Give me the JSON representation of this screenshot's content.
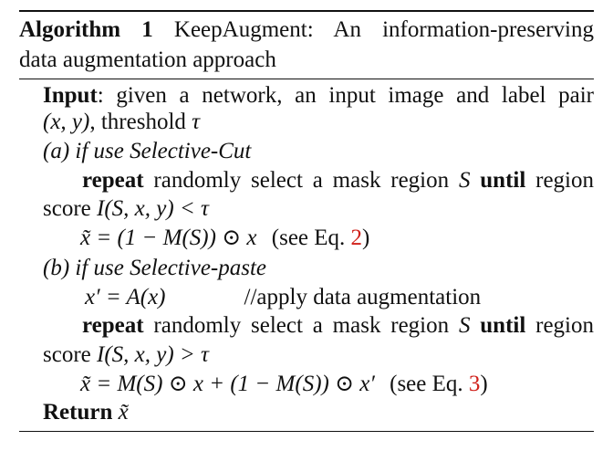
{
  "header": {
    "label": "Algorithm 1",
    "title_line1": "KeepAugment: An information-preserving",
    "title_line2": "data augmentation approach"
  },
  "input": {
    "label": "Input",
    "text_line1": ": given a network, an input image and label pair",
    "pair": "(x, y)",
    "threshold_text": ", threshold ",
    "tau": "τ"
  },
  "case_a": {
    "label": "(a) if use Selective-Cut",
    "repeat": "repeat",
    "repeat_text": " randomly select a mask region ",
    "S": "S",
    "until": "until",
    "region": " region",
    "score": "score ",
    "score_expr": "I(S, x, y) < τ",
    "update": "x̃ = (1 − M(S)) ⊙ x",
    "see_prefix": "(see Eq. ",
    "eq_ref": "2",
    "see_suffix": ")"
  },
  "case_b": {
    "label": "(b) if use Selective-paste",
    "aug_expr": "x′ = A(x)",
    "comment": "//apply data augmentation",
    "repeat": "repeat",
    "repeat_text": " randomly select a mask region ",
    "S": "S",
    "until": "until",
    "region": " region",
    "score": "score ",
    "score_expr": "I(S, x, y) > τ",
    "update": "x̃ = M(S) ⊙ x + (1 − M(S)) ⊙ x′",
    "see_prefix": "(see Eq. ",
    "eq_ref": "3",
    "see_suffix": ")"
  },
  "return": {
    "label": "Return",
    "value": "x̃"
  }
}
